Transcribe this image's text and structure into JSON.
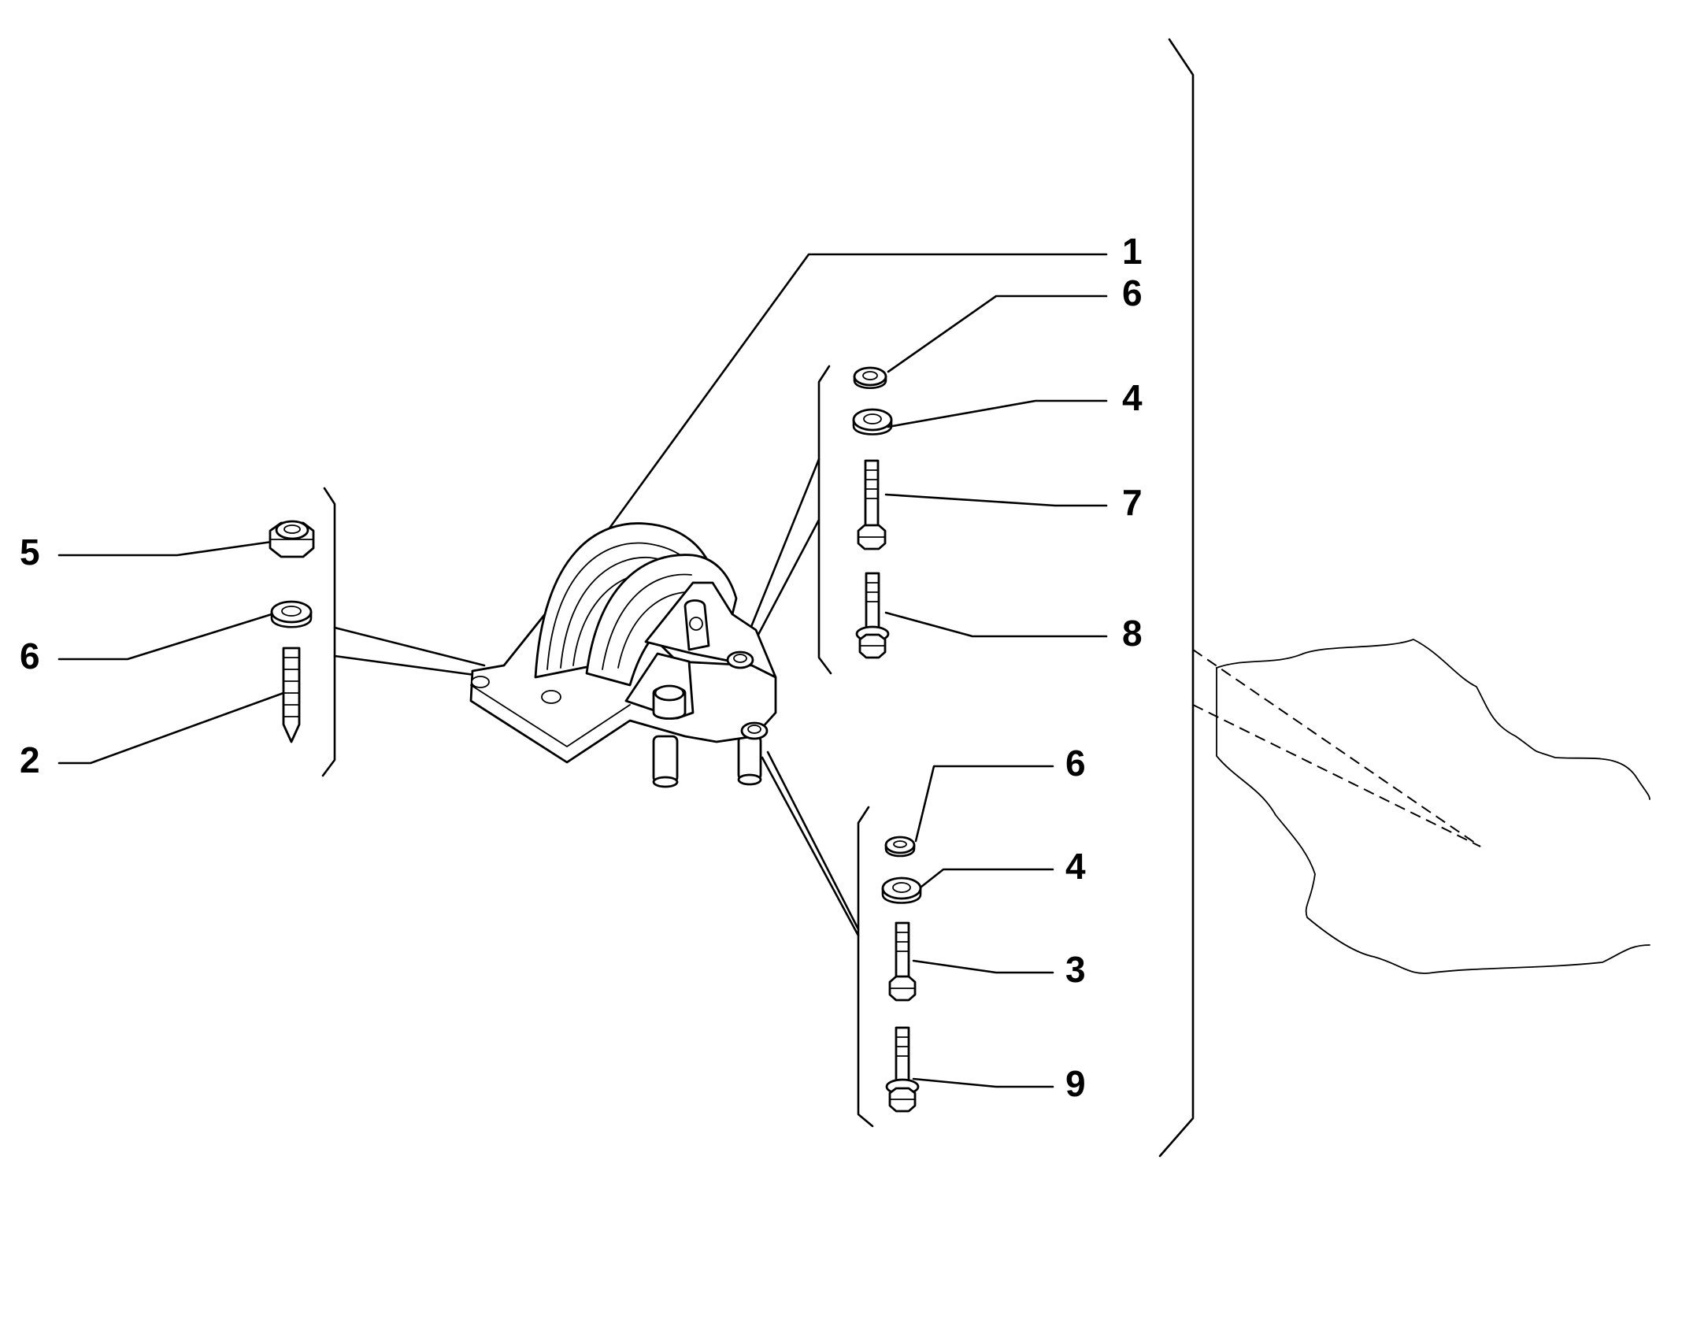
{
  "callouts": {
    "c1": "1",
    "c6a": "6",
    "c4a": "4",
    "c7": "7",
    "c8": "8",
    "c5": "5",
    "c6b": "6",
    "c2": "2",
    "c6c": "6",
    "c4b": "4",
    "c3": "3",
    "c9": "9"
  }
}
